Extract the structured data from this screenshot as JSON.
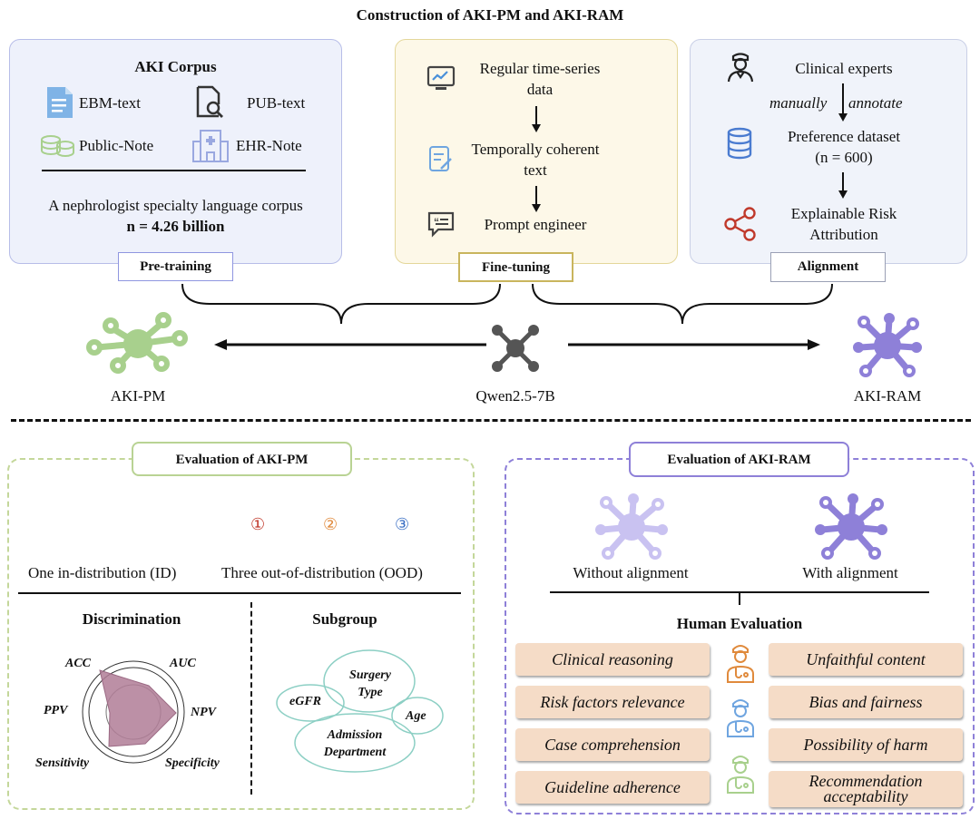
{
  "title": "Construction of AKI-PM and AKI-RAM",
  "pretraining": {
    "heading": "AKI Corpus",
    "items": [
      "EBM-text",
      "PUB-text",
      "Public-Note",
      "EHR-Note"
    ],
    "description": "A nephrologist specialty language corpus",
    "count": "n = 4.26 billion",
    "tag": "Pre-training"
  },
  "finetuning": {
    "steps": [
      "Regular time-series",
      "data",
      "Temporally coherent",
      "text",
      "Prompt engineer"
    ],
    "tag": "Fine-tuning"
  },
  "alignment": {
    "experts": "Clinical experts",
    "manual_1": "manually",
    "manual_2": "annotate",
    "pref_1": "Preference dataset",
    "pref_2": "(n = 600)",
    "risk_1": "Explainable Risk",
    "risk_2": "Attribution",
    "tag": "Alignment"
  },
  "models": {
    "left": "AKI-PM",
    "center": "Qwen2.5-7B",
    "right": "AKI-RAM"
  },
  "eval_pm": {
    "title": "Evaluation of AKI-PM",
    "markers": [
      "①",
      "②",
      "③"
    ],
    "id_label": "One in-distribution (ID)",
    "ood_label": "Three out-of-distribution (OOD)",
    "discrimination": "Discrimination",
    "subgroup": "Subgroup",
    "radar_labels": [
      "ACC",
      "AUC",
      "NPV",
      "Specificity",
      "Sensitivity",
      "PPV"
    ],
    "subgroups": [
      "Surgery",
      "Type",
      "eGFR",
      "Age",
      "Admission",
      "Department"
    ]
  },
  "eval_ram": {
    "title": "Evaluation of AKI-RAM",
    "without": "Without alignment",
    "with": "With alignment",
    "human": "Human Evaluation",
    "left_items": [
      "Clinical reasoning",
      "Risk factors relevance",
      "Case comprehension",
      "Guideline adherence"
    ],
    "right_items": [
      "Unfaithful content",
      "Bias and fairness",
      "Possibility of harm",
      "Recommendation",
      "acceptability"
    ]
  },
  "colors": {
    "green": "#a8d08d",
    "purple": "#8e80d8",
    "light_purple": "#c9c2f1",
    "gray": "#555555",
    "peach": "#f5dcc7"
  }
}
